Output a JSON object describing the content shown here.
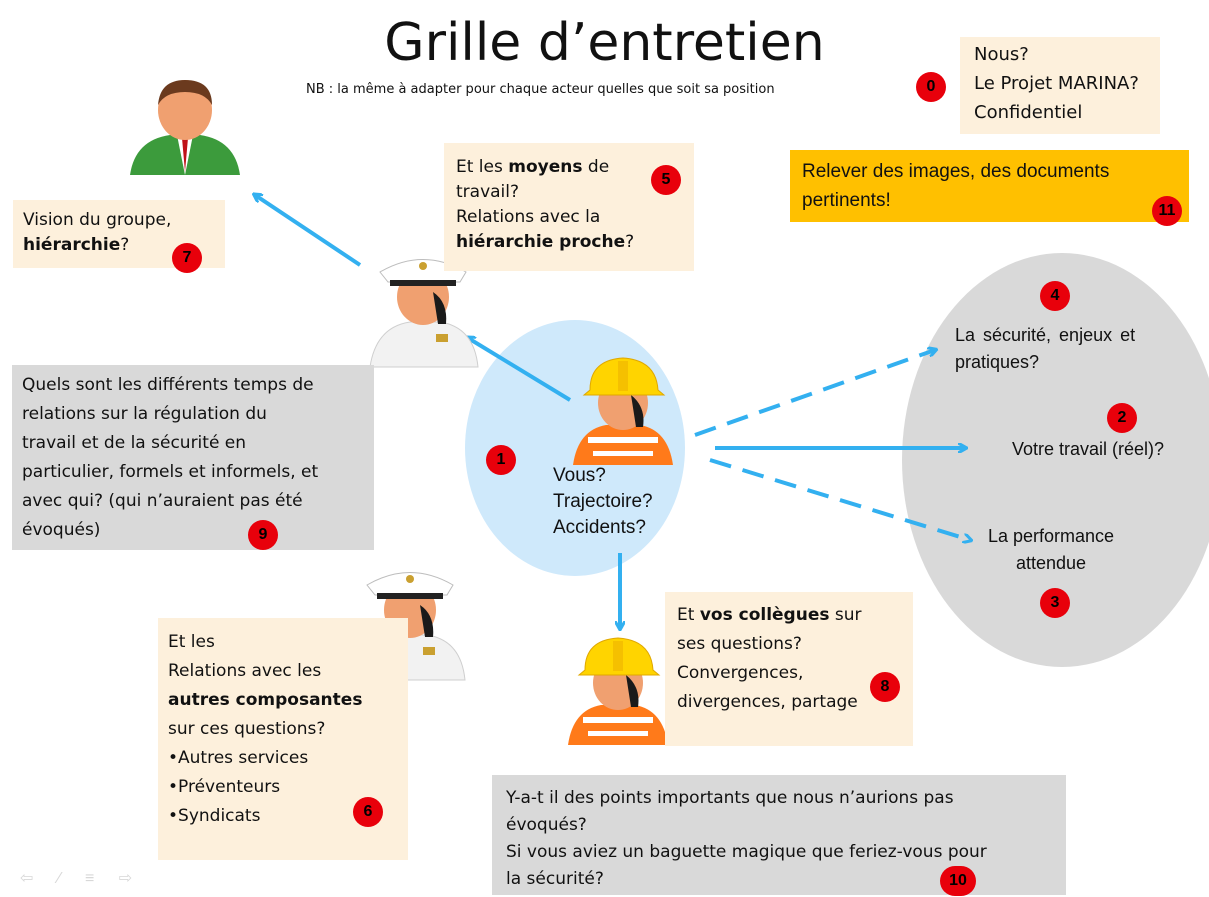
{
  "title": "Grille d’entretien",
  "subtitle": "NB : la même à adapter pour chaque acteur quelles que soit sa position",
  "box0": {
    "lines": [
      "Nous?",
      "Le Projet MARINA?",
      "Confidentiel"
    ],
    "num": "0"
  },
  "box11": {
    "lines": [
      "Relever des images, des documents",
      "pertinents!"
    ],
    "num": "11"
  },
  "box5": {
    "l1a": "Et les ",
    "l1b": "moyens",
    "l1c": " de",
    "l2": "travail?",
    "l3": "Relations avec la",
    "l4a": "hiérarchie proche",
    "l4b": "?",
    "num": "5"
  },
  "box7": {
    "l1": "Vision du groupe,",
    "l2a": "hiérarchie",
    "l2b": "?",
    "num": "7"
  },
  "box9": {
    "lines": [
      "Quels sont les différents temps de",
      "relations sur la régulation du",
      "travail et de la sécurité en",
      "particulier, formels et informels, et",
      "avec qui? (qui n’auraient pas été",
      "évoqués)"
    ],
    "num": "9"
  },
  "center": {
    "lines": [
      "Vous?",
      "Trajectoire?",
      "Accidents?"
    ],
    "num": "1"
  },
  "ellipse": {
    "item4": {
      "lines": [
        "La sécurité, enjeux et",
        "pratiques?"
      ],
      "num": "4"
    },
    "item2": {
      "text": "Votre travail (réel)?",
      "num": "2"
    },
    "item3": {
      "lines": [
        "La performance",
        "attendue"
      ],
      "num": "3"
    }
  },
  "box8": {
    "l1a": "Et ",
    "l1b": "vos collègues",
    "l1c": " sur",
    "l2": "ses questions?",
    "l3": "Convergences,",
    "l4": "divergences, partage",
    "num": "8"
  },
  "box6": {
    "l1": "Et les",
    "l2": "Relations avec les",
    "l3": "autres composantes",
    "l4": "sur ces questions?",
    "bullets": [
      "•Autres services",
      "•Préventeurs",
      "•Syndicats"
    ],
    "num": "6"
  },
  "box10": {
    "lines": [
      "Y-a-t il des points importants que nous n’aurions pas",
      "évoqués?",
      "Si vous aviez un baguette magique que feriez-vous pour",
      "la sécurité?"
    ],
    "num": "10"
  },
  "nav": {
    "icons": [
      "arrow-left-icon",
      "pen-icon",
      "menu-icon",
      "arrow-right-icon"
    ],
    "glyphs": "⇦ ⁄ ≡ ⇨"
  },
  "colors": {
    "peach": "#fdf0dc",
    "grey": "#d9d9d9",
    "orange": "#ffc000",
    "red": "#e8000b",
    "arrow": "#33b0f0",
    "bubble": "#cfe9fb"
  }
}
